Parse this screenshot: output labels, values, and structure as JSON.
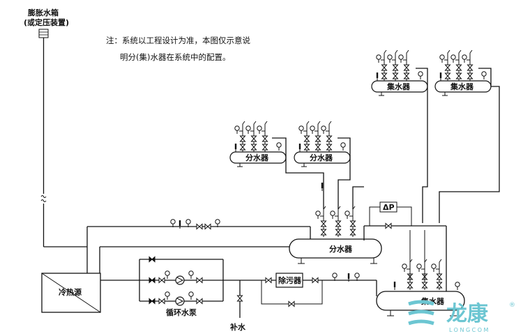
{
  "labels": {
    "tank_line1": "膨胀水箱",
    "tank_line2": "(或定压装置)",
    "note_line1": "注：系统以工程设计为准，本图仅示意说",
    "note_line2": "明分(集)水器在系统中的配置。",
    "dist_small": "分水器",
    "dist_main": "分水器",
    "coll_small": "集水器",
    "coll_main": "集水器",
    "chiller": "冷热源",
    "dirt": "除污器",
    "pump_group": "循环水泵",
    "makeup": "补水",
    "dp": "ΔP"
  },
  "logo": {
    "cn": "龙康",
    "en": "LONGCOM",
    "reg": "®",
    "color": "#6cc6d2"
  }
}
